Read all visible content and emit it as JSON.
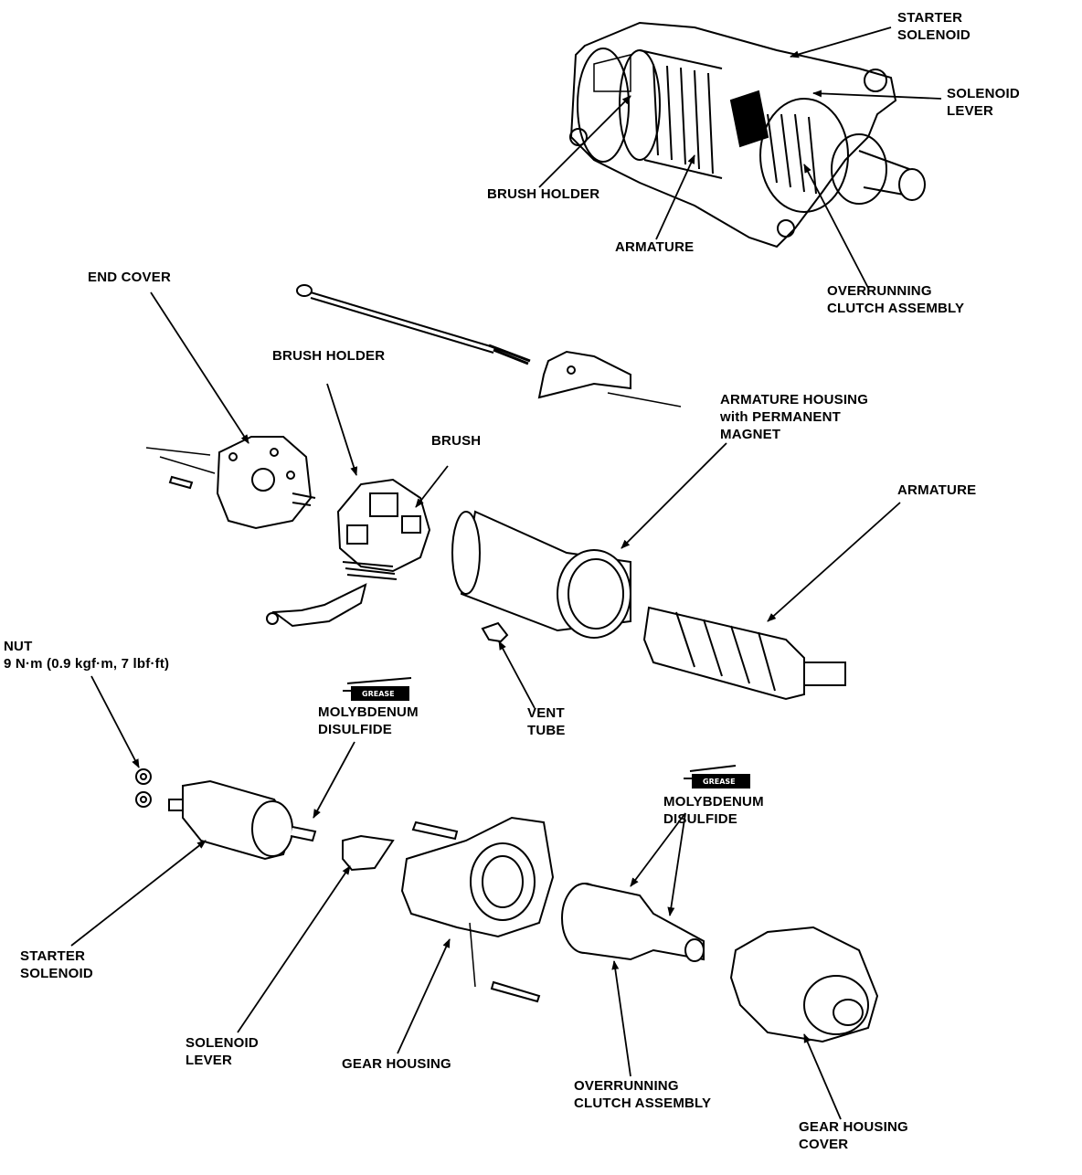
{
  "labels": {
    "starter_solenoid_top": [
      "STARTER",
      "SOLENOID"
    ],
    "solenoid_lever_top": [
      "SOLENOID",
      "LEVER"
    ],
    "brush_holder_top": "BRUSH HOLDER",
    "armature_top": "ARMATURE",
    "overrunning_clutch_top": [
      "OVERRUNNING",
      "CLUTCH ASSEMBLY"
    ],
    "end_cover": "END COVER",
    "brush_holder": "BRUSH HOLDER",
    "brush": "BRUSH",
    "armature_housing": [
      "ARMATURE HOUSING",
      "with PERMANENT",
      "MAGNET"
    ],
    "armature": "ARMATURE",
    "nut": [
      "NUT",
      "9 N·m (0.9 kgf·m, 7 lbf·ft)"
    ],
    "moly_1": [
      "MOLYBDENUM",
      "DISULFIDE"
    ],
    "vent_tube": [
      "VENT",
      "TUBE"
    ],
    "moly_2": [
      "MOLYBDENUM",
      "DISULFIDE"
    ],
    "starter_solenoid": [
      "STARTER",
      "SOLENOID"
    ],
    "solenoid_lever": [
      "SOLENOID",
      "LEVER"
    ],
    "gear_housing": "GEAR HOUSING",
    "overrunning_clutch": [
      "OVERRUNNING",
      "CLUTCH ASSEMBLY"
    ],
    "gear_housing_cover": [
      "GEAR HOUSING",
      "COVER"
    ]
  },
  "grease_tag": "GREASE",
  "colors": {
    "ink": "#000000",
    "paper": "#ffffff"
  }
}
